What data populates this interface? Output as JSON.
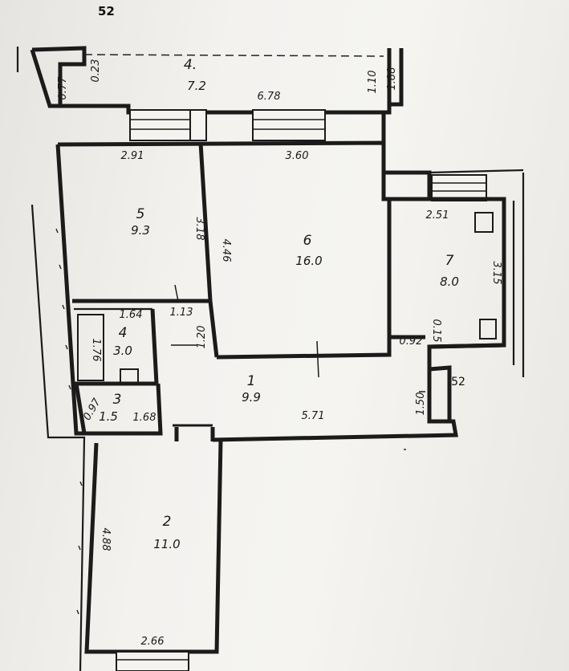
{
  "page_number": "52",
  "corridor_tag": "52",
  "rooms": [
    {
      "id": "4",
      "num": "4.",
      "area": "7.2"
    },
    {
      "id": "5",
      "num": "5",
      "area": "9.3"
    },
    {
      "id": "6",
      "num": "6",
      "area": "16.0"
    },
    {
      "id": "7",
      "num": "7",
      "area": "8.0"
    },
    {
      "id": "bath",
      "num": "4",
      "area": "3.0"
    },
    {
      "id": "wc",
      "num": "3",
      "area": "1.5"
    },
    {
      "id": "hall",
      "num": "1",
      "area": "9.9"
    },
    {
      "id": "room2",
      "num": "2",
      "area": "11.0"
    }
  ],
  "dimensions": {
    "balcony_top": "6.78",
    "balcony_left": "0.77",
    "balcony_h": "1.10",
    "balcony_tl": "0.23",
    "balcony_tr": "1.88",
    "r5_top": "2.91",
    "r5_side": "3.18",
    "r6_top": "3.60",
    "r6_side": "4.46",
    "r7_top": "2.51",
    "r7_side": "3.15",
    "r7_note": "0.92",
    "r7_note2": "0.15",
    "bath_w": "1.64",
    "bath_h": "1.76",
    "wc_w": "0.97",
    "wc_w2": "1.68",
    "hall_w1": "1.13",
    "hall_h1": "1.20",
    "hall_long": "5.71",
    "hall_side": "1.50",
    "r2_side": "4.88",
    "r2_bottom": "2.66"
  }
}
